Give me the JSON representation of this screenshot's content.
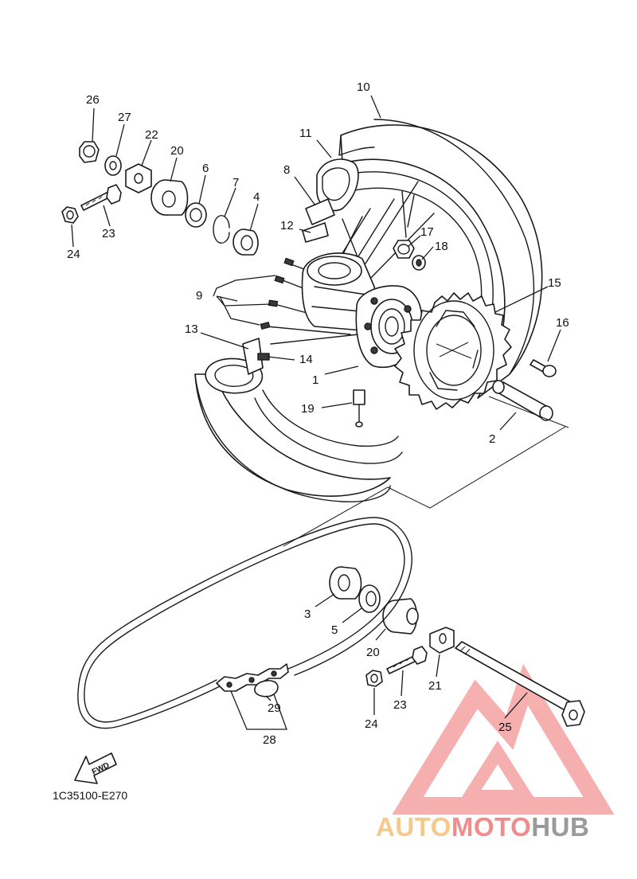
{
  "callouts": [
    {
      "id": "c26",
      "text": "26"
    },
    {
      "id": "c27",
      "text": "27"
    },
    {
      "id": "c22",
      "text": "22"
    },
    {
      "id": "c20a",
      "text": "20"
    },
    {
      "id": "c6",
      "text": "6"
    },
    {
      "id": "c7",
      "text": "7"
    },
    {
      "id": "c4",
      "text": "4"
    },
    {
      "id": "c23a",
      "text": "23"
    },
    {
      "id": "c24a",
      "text": "24"
    },
    {
      "id": "c10",
      "text": "10"
    },
    {
      "id": "c11",
      "text": "11"
    },
    {
      "id": "c8",
      "text": "8"
    },
    {
      "id": "c12",
      "text": "12"
    },
    {
      "id": "c17",
      "text": "17"
    },
    {
      "id": "c18",
      "text": "18"
    },
    {
      "id": "c9",
      "text": "9"
    },
    {
      "id": "c15",
      "text": "15"
    },
    {
      "id": "c16",
      "text": "16"
    },
    {
      "id": "c13",
      "text": "13"
    },
    {
      "id": "c14",
      "text": "14"
    },
    {
      "id": "c1",
      "text": "1"
    },
    {
      "id": "c19",
      "text": "19"
    },
    {
      "id": "c2",
      "text": "2"
    },
    {
      "id": "c3",
      "text": "3"
    },
    {
      "id": "c5",
      "text": "5"
    },
    {
      "id": "c20b",
      "text": "20"
    },
    {
      "id": "c21",
      "text": "21"
    },
    {
      "id": "c23b",
      "text": "23"
    },
    {
      "id": "c24b",
      "text": "24"
    },
    {
      "id": "c25",
      "text": "25"
    },
    {
      "id": "c29",
      "text": "29"
    },
    {
      "id": "c28",
      "text": "28"
    }
  ],
  "diagram_code": "1C35100-E270",
  "fwd_label": "FWD",
  "watermark": {
    "part1": "AUTO",
    "part2": "MOTO",
    "part3": "HUB",
    "colors": {
      "auto": "#f5c98c",
      "moto": "#f08c8c",
      "hub": "#9a9a9a",
      "logo": "#f08c8c"
    }
  }
}
